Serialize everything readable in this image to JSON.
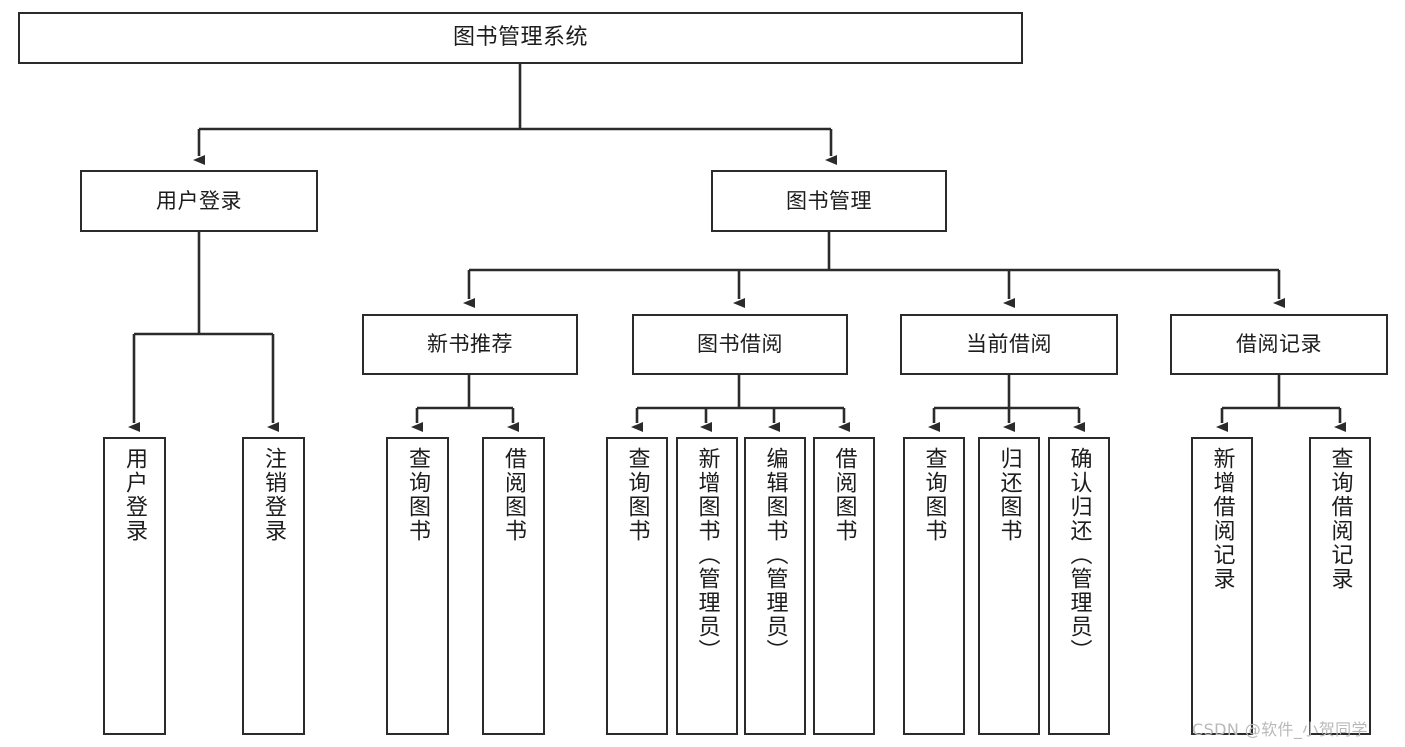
{
  "diagram": {
    "title": "图书管理系统",
    "type": "功能结构图",
    "stroke_color": "#2b2b2b",
    "background_color": "#ffffff",
    "watermark_color": "#b9b9b9"
  },
  "watermark": {
    "text": "CSDN @软件_小贺同学"
  },
  "levels": {
    "root": {
      "label": "图书管理系统"
    },
    "level2": [
      {
        "label": "用户登录"
      },
      {
        "label": "图书管理"
      }
    ],
    "level3": [
      {
        "label": "新书推荐"
      },
      {
        "label": "图书借阅"
      },
      {
        "label": "当前借阅"
      },
      {
        "label": "借阅记录"
      }
    ],
    "leaves": {
      "user_login": [
        {
          "label": "用户登录"
        },
        {
          "label": "注销登录"
        }
      ],
      "new_book_recommend": [
        {
          "label": "查询图书"
        },
        {
          "label": "借阅图书"
        }
      ],
      "book_borrow": [
        {
          "label": "查询图书"
        },
        {
          "label": "新增图书（管理员）"
        },
        {
          "label": "编辑图书（管理员）"
        },
        {
          "label": "借阅图书"
        }
      ],
      "current_borrow": [
        {
          "label": "查询图书"
        },
        {
          "label": "归还图书"
        },
        {
          "label": "确认归还（管理员）"
        }
      ],
      "borrow_record": [
        {
          "label": "新增借阅记录"
        },
        {
          "label": "查询借阅记录"
        }
      ]
    }
  }
}
